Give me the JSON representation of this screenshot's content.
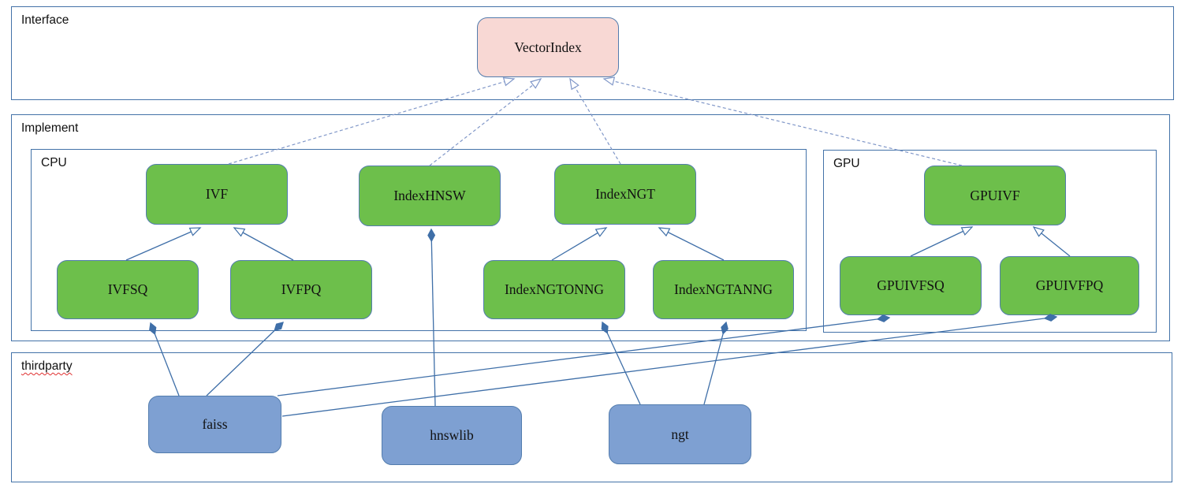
{
  "diagram": {
    "containers": {
      "interface": {
        "label": "Interface"
      },
      "implement": {
        "label": "Implement"
      },
      "cpu": {
        "label": "CPU"
      },
      "gpu": {
        "label": "GPU"
      },
      "thirdparty": {
        "label": "thirdparty",
        "spellcheck_underline": true
      }
    },
    "nodes": {
      "vectorindex": {
        "label": "VectorIndex",
        "kind": "interface"
      },
      "ivf": {
        "label": "IVF",
        "kind": "class",
        "group": "CPU"
      },
      "indexhnsw": {
        "label": "IndexHNSW",
        "kind": "class",
        "group": "CPU"
      },
      "indexngt": {
        "label": "IndexNGT",
        "kind": "class",
        "group": "CPU"
      },
      "gpuivf": {
        "label": "GPUIVF",
        "kind": "class",
        "group": "GPU"
      },
      "ivfsq": {
        "label": "IVFSQ",
        "kind": "class",
        "group": "CPU"
      },
      "ivfpq": {
        "label": "IVFPQ",
        "kind": "class",
        "group": "CPU"
      },
      "indexngtonng": {
        "label": "IndexNGTONNG",
        "kind": "class",
        "group": "CPU"
      },
      "indexngtanng": {
        "label": "IndexNGTANNG",
        "kind": "class",
        "group": "CPU"
      },
      "gpuivfsq": {
        "label": "GPUIVFSQ",
        "kind": "class",
        "group": "GPU"
      },
      "gpuivfpq": {
        "label": "GPUIVFPQ",
        "kind": "class",
        "group": "GPU"
      },
      "faiss": {
        "label": "faiss",
        "kind": "thirdparty"
      },
      "hnswlib": {
        "label": "hnswlib",
        "kind": "thirdparty"
      },
      "ngt": {
        "label": "ngt",
        "kind": "thirdparty"
      }
    },
    "edges": {
      "realization": [
        {
          "from": "IVF",
          "to": "VectorIndex",
          "style": "dashed-hollow-arrow"
        },
        {
          "from": "IndexHNSW",
          "to": "VectorIndex",
          "style": "dashed-hollow-arrow"
        },
        {
          "from": "IndexNGT",
          "to": "VectorIndex",
          "style": "dashed-hollow-arrow"
        },
        {
          "from": "GPUIVF",
          "to": "VectorIndex",
          "style": "dashed-hollow-arrow"
        }
      ],
      "generalization": [
        {
          "from": "IVFSQ",
          "to": "IVF",
          "style": "solid-hollow-arrow"
        },
        {
          "from": "IVFPQ",
          "to": "IVF",
          "style": "solid-hollow-arrow"
        },
        {
          "from": "IndexNGTONNG",
          "to": "IndexNGT",
          "style": "solid-hollow-arrow"
        },
        {
          "from": "IndexNGTANNG",
          "to": "IndexNGT",
          "style": "solid-hollow-arrow"
        },
        {
          "from": "GPUIVFSQ",
          "to": "GPUIVF",
          "style": "solid-hollow-arrow"
        },
        {
          "from": "GPUIVFPQ",
          "to": "GPUIVF",
          "style": "solid-hollow-arrow"
        }
      ],
      "composition": [
        {
          "part": "faiss",
          "whole": "IVFSQ",
          "style": "solid-filled-diamond"
        },
        {
          "part": "faiss",
          "whole": "IVFPQ",
          "style": "solid-filled-diamond"
        },
        {
          "part": "faiss",
          "whole": "GPUIVFSQ",
          "style": "solid-filled-diamond"
        },
        {
          "part": "faiss",
          "whole": "GPUIVFPQ",
          "style": "solid-filled-diamond"
        },
        {
          "part": "hnswlib",
          "whole": "IndexHNSW",
          "style": "solid-filled-diamond"
        },
        {
          "part": "ngt",
          "whole": "IndexNGTONNG",
          "style": "solid-filled-diamond"
        },
        {
          "part": "ngt",
          "whole": "IndexNGTANNG",
          "style": "solid-filled-diamond"
        }
      ]
    },
    "colors": {
      "interface_fill": "#f8d8d4",
      "class_fill": "#6dbf4b",
      "thirdparty_fill": "#7ea0d2",
      "node_border": "#537dae",
      "container_border": "#4372a8",
      "connector_solid": "#3f6fa8",
      "connector_dashed": "#8097c8",
      "spellcheck_red": "#e03030",
      "text": "#111111"
    }
  }
}
